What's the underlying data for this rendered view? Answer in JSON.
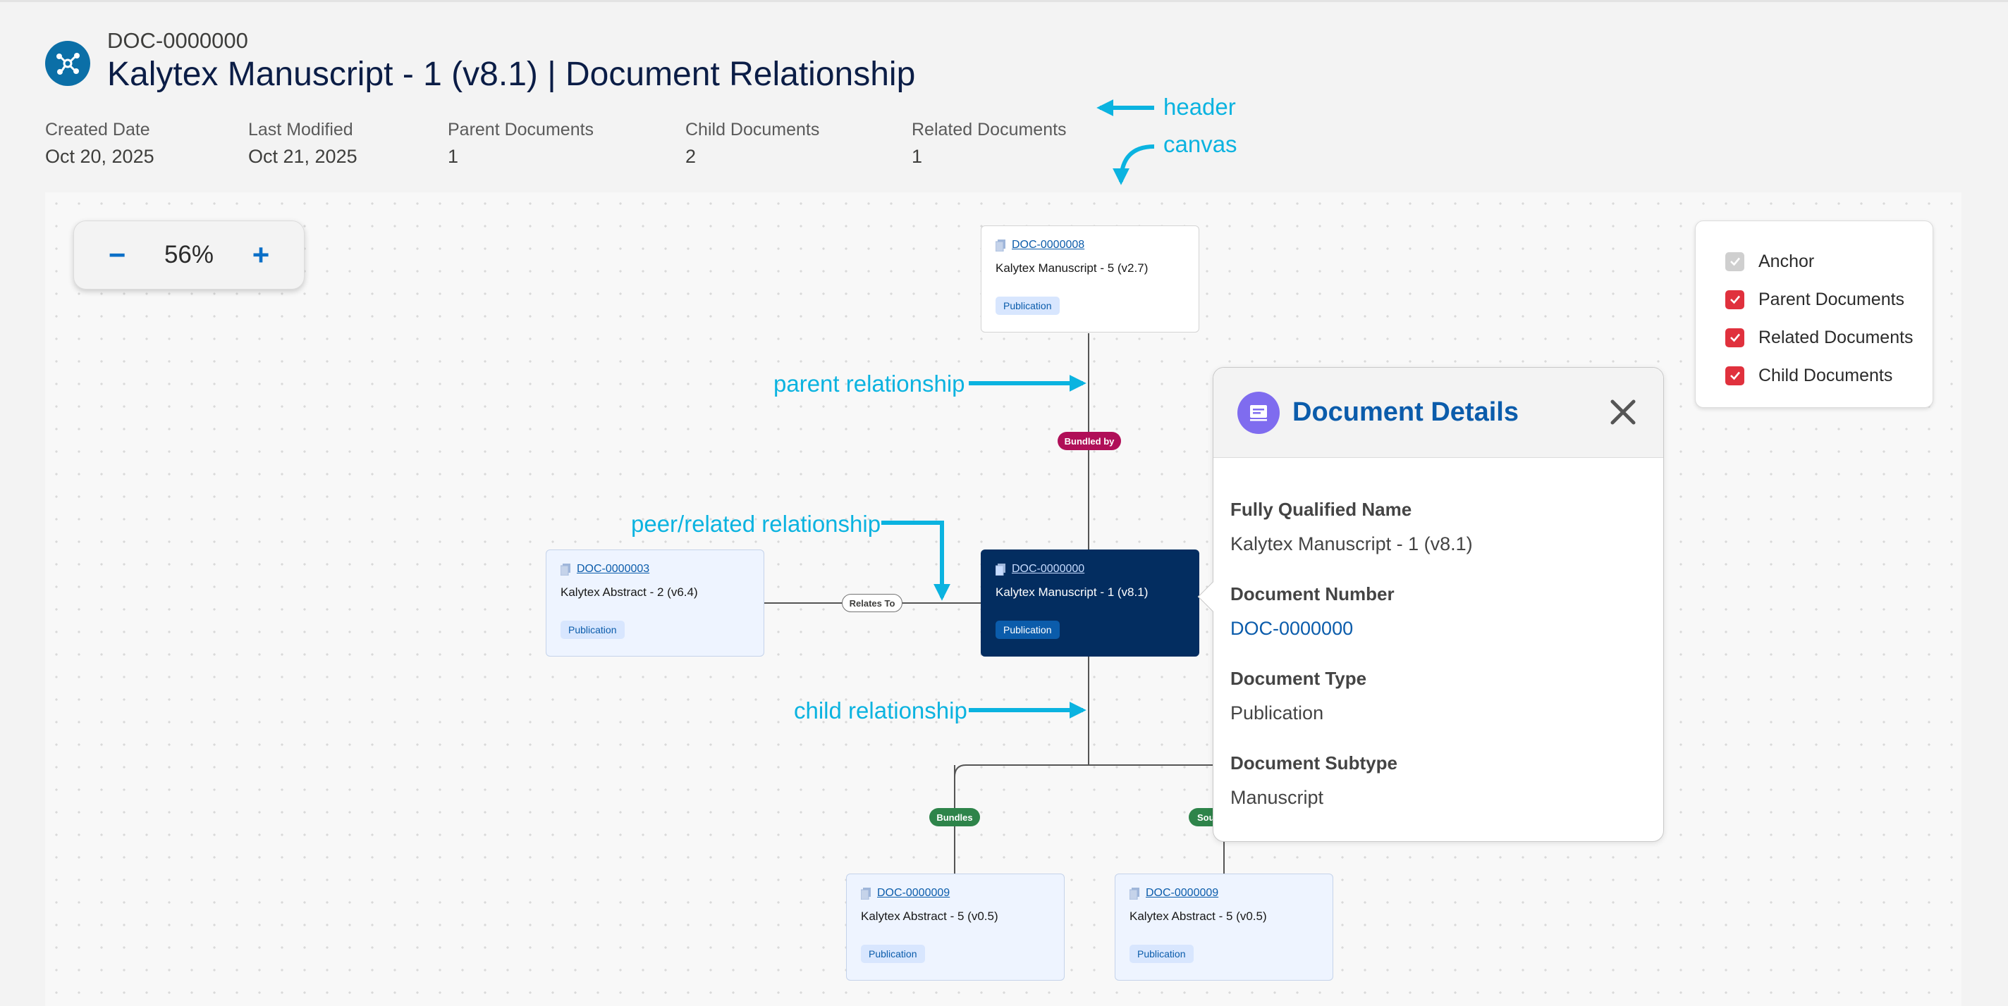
{
  "header": {
    "doc_id": "DOC-0000000",
    "title": "Kalytex Manuscript - 1 (v8.1) | Document Relationship",
    "icon": "relationship-icon",
    "meta": [
      {
        "label": "Created Date",
        "value": "Oct 20, 2025"
      },
      {
        "label": "Last Modified",
        "value": "Oct 21, 2025"
      },
      {
        "label": "Parent Documents",
        "value": "1"
      },
      {
        "label": "Child Documents",
        "value": "2"
      },
      {
        "label": "Related Documents",
        "value": "1"
      }
    ]
  },
  "annotations": {
    "header": "header",
    "canvas": "canvas",
    "parent": "parent relationship",
    "peer": "peer/related relationship",
    "child": "child relationship"
  },
  "zoom": {
    "minus": "−",
    "percent": "56%",
    "plus": "+"
  },
  "legend": {
    "items": [
      {
        "label": "Anchor",
        "checked": true,
        "disabled": true
      },
      {
        "label": "Parent Documents",
        "checked": true,
        "disabled": false
      },
      {
        "label": "Related Documents",
        "checked": true,
        "disabled": false
      },
      {
        "label": "Child Documents",
        "checked": true,
        "disabled": false
      }
    ]
  },
  "nodes": {
    "parent": {
      "id": "DOC-0000008",
      "name": "Kalytex Manuscript - 5 (v2.7)",
      "type": "Publication"
    },
    "related": {
      "id": "DOC-0000003",
      "name": "Kalytex Abstract - 2 (v6.4)",
      "type": "Publication"
    },
    "anchor": {
      "id": "DOC-0000000",
      "name": "Kalytex Manuscript - 1 (v8.1)",
      "type": "Publication"
    },
    "child1": {
      "id": "DOC-0000009",
      "name": "Kalytex Abstract - 5 (v0.5)",
      "type": "Publication"
    },
    "child2": {
      "id": "DOC-0000009",
      "name": "Kalytex Abstract - 5 (v0.5)",
      "type": "Publication"
    }
  },
  "edges": {
    "bundled_by": "Bundled by",
    "relates_to": "Relates To",
    "bundles": "Bundles",
    "source_partial": "Sou"
  },
  "details": {
    "title": "Document Details",
    "fields": [
      {
        "label": "Fully Qualified Name",
        "value": "Kalytex Manuscript - 1 (v8.1)"
      },
      {
        "label": "Document Number",
        "value": "DOC-0000000"
      },
      {
        "label": "Document Type",
        "value": "Publication"
      },
      {
        "label": "Document Subtype",
        "value": "Manuscript"
      }
    ]
  },
  "colors": {
    "accent": "#0b5cab",
    "anchor_bg": "#032d60",
    "annotation": "#0bb3e0",
    "bundled_by": "#b00f58",
    "bundles": "#2e844a",
    "checkbox": "#e0313d"
  }
}
